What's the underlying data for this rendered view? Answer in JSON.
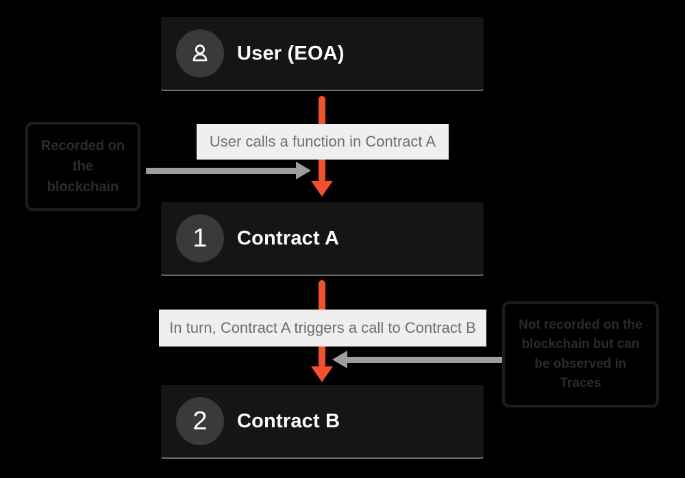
{
  "nodes": {
    "user": {
      "label": "User (EOA)",
      "icon": "user-icon"
    },
    "contract_a": {
      "label": "Contract A",
      "badge": "1"
    },
    "contract_b": {
      "label": "Contract B",
      "badge": "2"
    }
  },
  "flow_labels": {
    "user_to_a": "User calls a function in Contract A",
    "a_to_b": "In turn, Contract A triggers a call to Contract B"
  },
  "callouts": {
    "recorded": "Recorded on the blockchain",
    "not_recorded": "Not recorded on the blockchain but can be observed in Traces"
  },
  "colors": {
    "background": "#000000",
    "node_background": "#151515",
    "node_text": "#fbfbfb",
    "badge_background": "#3a3a3a",
    "flow_arrow": "#f3512e",
    "flow_label_background": "#efefef",
    "flow_label_text": "#6f6f6f",
    "annotation_arrow": "#9e9e9e",
    "callout_border": "#1d1d1d",
    "callout_text": "#2b2b2b"
  }
}
